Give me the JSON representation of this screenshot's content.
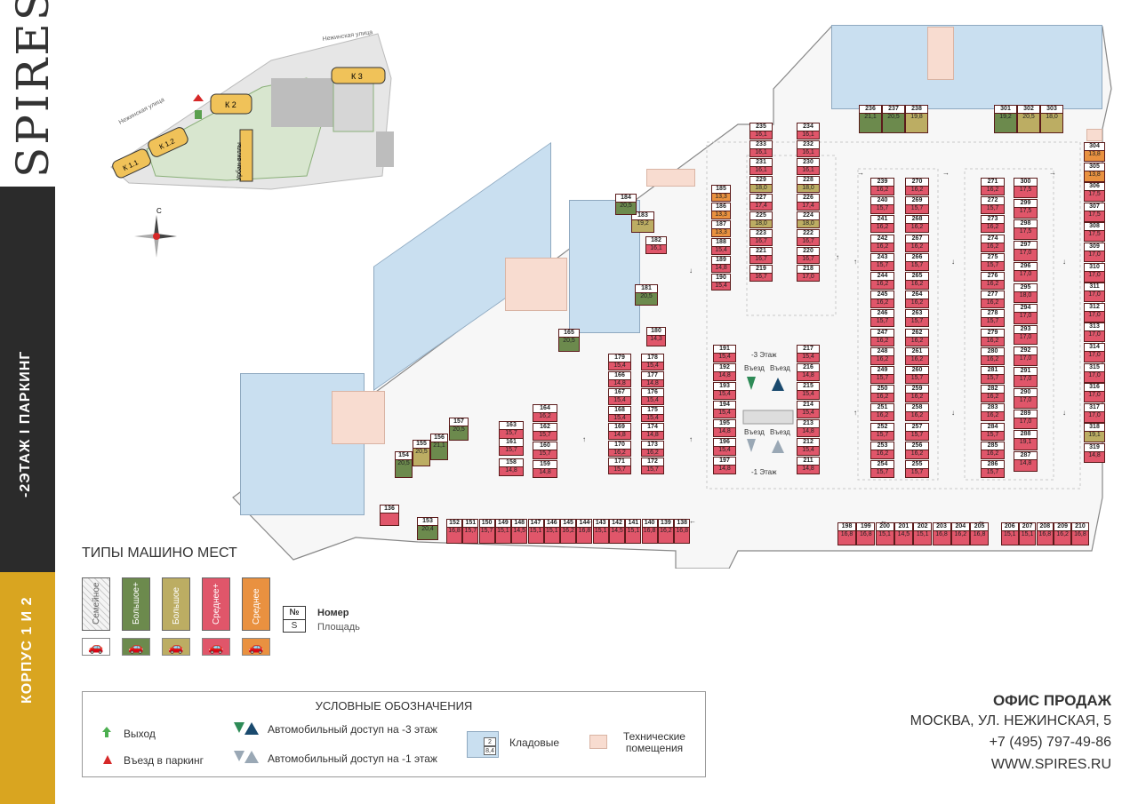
{
  "brand": "SPIRES",
  "sidebar": {
    "floor_label": "-2ЭТАЖ  I  ПАРКИНГ",
    "building_label": "КОРПУС 1 И 2"
  },
  "colors": {
    "medium_plus": "#e0566a",
    "medium": "#e99140",
    "large": "#bcad63",
    "large_plus": "#6c8a4d",
    "storage": "#c9dff0",
    "technical": "#f8dcd0",
    "dark": "#2b2b2b",
    "gold": "#d9a520"
  },
  "site_plan": {
    "labels": [
      "Нежинская улица",
      "Нежинская улица",
      "К 1.1",
      "К 1.2",
      "К 2",
      "К 3",
      "Урбан-виллы"
    ],
    "compass": "С"
  },
  "types_title": "ТИПЫ МАШИНО МЕСТ",
  "types": [
    {
      "label": "Семейное",
      "color": "#f4f4f4",
      "icon": "family-car-icon"
    },
    {
      "label": "Большое+",
      "color": "#6c8a4d",
      "icon": "large-plus-car-icon"
    },
    {
      "label": "Большое",
      "color": "#bcad63",
      "icon": "large-car-icon"
    },
    {
      "label": "Среднее+",
      "color": "#e0566a",
      "icon": "medium-plus-car-icon"
    },
    {
      "label": "Среднее",
      "color": "#e99140",
      "icon": "medium-car-icon"
    }
  ],
  "number_key": {
    "num_symbol": "№",
    "area_symbol": "S",
    "num_label": "Номер",
    "area_label": "Площадь"
  },
  "legend": {
    "title": "УСЛОВНЫЕ ОБОЗНАЧЕНИЯ",
    "exit": "Выход",
    "entry": "Въезд в паркинг",
    "access_minus3": "Автомобильный доступ на -3 этаж",
    "access_minus1": "Автомобильный доступ на -1 этаж",
    "storage": "Кладовые",
    "storage_sample_num": "2",
    "storage_sample_area": "8,4",
    "technical": "Технические помещения"
  },
  "office": {
    "title": "ОФИС ПРОДАЖ",
    "address": "МОСКВА, УЛ. НЕЖИНСКАЯ, 5",
    "phone": "+7 (495) 797-49-86",
    "site": "WWW.SPIRES.RU"
  },
  "map_labels": {
    "to_minus3": "-3 Этаж",
    "to_minus1": "-1 Этаж",
    "entry_a": "Въезд",
    "entry_b": "Въезд"
  },
  "spots": {
    "top_row": [
      {
        "n": "236",
        "s": "21,1",
        "t": "large_plus"
      },
      {
        "n": "237",
        "s": "20,5",
        "t": "large_plus"
      },
      {
        "n": "238",
        "s": "19,8",
        "t": "large"
      },
      {
        "n": "301",
        "s": "19,2",
        "t": "large_plus"
      },
      {
        "n": "302",
        "s": "20,5",
        "t": "large"
      },
      {
        "n": "303",
        "s": "18,0",
        "t": "large"
      }
    ],
    "col_a_left": [
      {
        "n": "185",
        "s": "13,3",
        "t": "medium"
      },
      {
        "n": "186",
        "s": "13,3",
        "t": "medium"
      },
      {
        "n": "187",
        "s": "13,3",
        "t": "medium"
      },
      {
        "n": "188",
        "s": "15,4",
        "t": "medium_plus"
      },
      {
        "n": "189",
        "s": "14,8",
        "t": "medium_plus"
      },
      {
        "n": "190",
        "s": "15,4",
        "t": "medium_plus"
      }
    ],
    "col_b_left": [
      {
        "n": "235",
        "s": "16,1"
      },
      {
        "n": "233",
        "s": "16,1"
      },
      {
        "n": "231",
        "s": "16,1"
      },
      {
        "n": "229",
        "s": "18,0",
        "t": "large"
      },
      {
        "n": "227",
        "s": "17,4"
      },
      {
        "n": "225",
        "s": "18,0",
        "t": "large"
      },
      {
        "n": "223",
        "s": "16,7"
      },
      {
        "n": "221",
        "s": "16,7"
      },
      {
        "n": "219",
        "s": "16,7"
      }
    ],
    "col_b_right": [
      {
        "n": "234",
        "s": "16,1"
      },
      {
        "n": "232",
        "s": "16,1"
      },
      {
        "n": "230",
        "s": "16,1"
      },
      {
        "n": "228",
        "s": "18,0",
        "t": "large"
      },
      {
        "n": "226",
        "s": "17,4"
      },
      {
        "n": "224",
        "s": "18,0",
        "t": "large"
      },
      {
        "n": "222",
        "s": "16,7"
      },
      {
        "n": "220",
        "s": "16,7"
      },
      {
        "n": "218",
        "s": "17,0"
      }
    ],
    "col_c_left": [
      {
        "n": "239",
        "s": "16,2"
      },
      {
        "n": "240",
        "s": "15,7"
      },
      {
        "n": "241",
        "s": "16,2"
      },
      {
        "n": "242",
        "s": "16,2"
      },
      {
        "n": "243",
        "s": "15,7"
      },
      {
        "n": "244",
        "s": "16,2"
      },
      {
        "n": "245",
        "s": "16,2"
      },
      {
        "n": "246",
        "s": "15,7"
      },
      {
        "n": "247",
        "s": "16,2"
      },
      {
        "n": "248",
        "s": "16,2"
      },
      {
        "n": "249",
        "s": "15,7"
      },
      {
        "n": "250",
        "s": "16,2"
      },
      {
        "n": "251",
        "s": "16,2"
      },
      {
        "n": "252",
        "s": "15,7"
      },
      {
        "n": "253",
        "s": "16,2"
      },
      {
        "n": "254",
        "s": "15,7"
      }
    ],
    "col_c_right": [
      {
        "n": "270",
        "s": "16,2"
      },
      {
        "n": "269",
        "s": "15,7"
      },
      {
        "n": "268",
        "s": "16,2"
      },
      {
        "n": "267",
        "s": "16,2"
      },
      {
        "n": "266",
        "s": "15,7"
      },
      {
        "n": "265",
        "s": "16,2"
      },
      {
        "n": "264",
        "s": "16,2"
      },
      {
        "n": "263",
        "s": "15,7"
      },
      {
        "n": "262",
        "s": "16,2"
      },
      {
        "n": "261",
        "s": "16,2"
      },
      {
        "n": "260",
        "s": "15,7"
      },
      {
        "n": "259",
        "s": "16,2"
      },
      {
        "n": "258",
        "s": "16,2"
      },
      {
        "n": "257",
        "s": "15,7"
      },
      {
        "n": "256",
        "s": "16,2"
      },
      {
        "n": "255",
        "s": "15,7"
      }
    ],
    "col_d_left": [
      {
        "n": "271",
        "s": "16,2"
      },
      {
        "n": "272",
        "s": "15,7"
      },
      {
        "n": "273",
        "s": "16,2"
      },
      {
        "n": "274",
        "s": "16,2"
      },
      {
        "n": "275",
        "s": "15,7"
      },
      {
        "n": "276",
        "s": "16,2"
      },
      {
        "n": "277",
        "s": "16,2"
      },
      {
        "n": "278",
        "s": "15,7"
      },
      {
        "n": "279",
        "s": "16,2"
      },
      {
        "n": "280",
        "s": "16,2"
      },
      {
        "n": "281",
        "s": "15,7"
      },
      {
        "n": "282",
        "s": "16,2"
      },
      {
        "n": "283",
        "s": "16,2"
      },
      {
        "n": "284",
        "s": "15,7"
      },
      {
        "n": "285",
        "s": "16,2"
      },
      {
        "n": "286",
        "s": "15,7"
      }
    ],
    "col_d_right": [
      {
        "n": "300",
        "s": "17,5"
      },
      {
        "n": "299",
        "s": "17,5"
      },
      {
        "n": "298",
        "s": "17,5"
      },
      {
        "n": "297",
        "s": "17,0"
      },
      {
        "n": "296",
        "s": "17,0"
      },
      {
        "n": "295",
        "s": "18,0"
      },
      {
        "n": "294",
        "s": "17,0"
      },
      {
        "n": "293",
        "s": "17,0"
      },
      {
        "n": "292",
        "s": "17,0"
      },
      {
        "n": "291",
        "s": "17,0"
      },
      {
        "n": "290",
        "s": "17,0"
      },
      {
        "n": "289",
        "s": "17,0"
      },
      {
        "n": "288",
        "s": "19,1"
      },
      {
        "n": "287",
        "s": "14,8"
      }
    ],
    "col_e": [
      {
        "n": "304",
        "s": "13,8",
        "t": "medium"
      },
      {
        "n": "305",
        "s": "13,8",
        "t": "medium"
      },
      {
        "n": "306",
        "s": "17,5"
      },
      {
        "n": "307",
        "s": "17,5"
      },
      {
        "n": "308",
        "s": "17,5"
      },
      {
        "n": "309",
        "s": "17,0"
      },
      {
        "n": "310",
        "s": "17,0"
      },
      {
        "n": "311",
        "s": "17,0"
      },
      {
        "n": "312",
        "s": "17,0"
      },
      {
        "n": "313",
        "s": "17,0"
      },
      {
        "n": "314",
        "s": "17,0"
      },
      {
        "n": "315",
        "s": "17,0"
      },
      {
        "n": "316",
        "s": "17,0"
      },
      {
        "n": "317",
        "s": "17,0"
      },
      {
        "n": "318",
        "s": "19,1",
        "t": "large"
      },
      {
        "n": "319",
        "s": "14,8"
      }
    ],
    "mid_left": [
      {
        "n": "191",
        "s": "15,4"
      },
      {
        "n": "192",
        "s": "14,8"
      },
      {
        "n": "193",
        "s": "15,4"
      },
      {
        "n": "194",
        "s": "15,4"
      },
      {
        "n": "195",
        "s": "14,8"
      },
      {
        "n": "196",
        "s": "15,4"
      },
      {
        "n": "197",
        "s": "14,8"
      }
    ],
    "mid_right": [
      {
        "n": "217",
        "s": "15,4"
      },
      {
        "n": "216",
        "s": "14,8"
      },
      {
        "n": "215",
        "s": "15,4"
      },
      {
        "n": "214",
        "s": "15,4"
      },
      {
        "n": "213",
        "s": "14,8"
      },
      {
        "n": "212",
        "s": "15,4"
      },
      {
        "n": "211",
        "s": "14,8"
      }
    ],
    "col_f_left": [
      {
        "n": "179",
        "s": "15,4"
      },
      {
        "n": "166",
        "s": "14,8"
      },
      {
        "n": "167",
        "s": "15,4"
      },
      {
        "n": "168",
        "s": "15,4"
      },
      {
        "n": "169",
        "s": "14,8"
      },
      {
        "n": "170",
        "s": "16,2"
      },
      {
        "n": "171",
        "s": "15,7"
      }
    ],
    "col_f_right": [
      {
        "n": "178",
        "s": "15,4"
      },
      {
        "n": "177",
        "s": "14,8"
      },
      {
        "n": "176",
        "s": "15,4"
      },
      {
        "n": "175",
        "s": "15,4"
      },
      {
        "n": "174",
        "s": "14,8"
      },
      {
        "n": "173",
        "s": "16,2"
      },
      {
        "n": "172",
        "s": "15,7"
      }
    ],
    "col_g_left": [
      {
        "n": "163",
        "s": "15,7"
      },
      {
        "n": "161",
        "s": "15,7"
      },
      {
        "n": "158",
        "s": "14,8"
      }
    ],
    "col_g_right": [
      {
        "n": "164",
        "s": "16,2"
      },
      {
        "n": "162",
        "s": "15,7"
      },
      {
        "n": "160",
        "s": "15,7"
      },
      {
        "n": "159",
        "s": "14,8"
      }
    ],
    "bottom_left": [
      {
        "n": "152",
        "s": "16,8"
      },
      {
        "n": "151",
        "s": "15,7"
      },
      {
        "n": "150",
        "s": "15,7"
      },
      {
        "n": "149",
        "s": "15,1"
      },
      {
        "n": "148",
        "s": "14,5"
      },
      {
        "n": "147",
        "s": "15,1"
      },
      {
        "n": "146",
        "s": "15,1"
      },
      {
        "n": "145",
        "s": "16,2"
      },
      {
        "n": "144",
        "s": "16,8"
      },
      {
        "n": "143",
        "s": "15,1"
      },
      {
        "n": "142",
        "s": "14,5"
      },
      {
        "n": "141",
        "s": "15,1"
      },
      {
        "n": "140",
        "s": "16,8"
      },
      {
        "n": "139",
        "s": "16,2"
      },
      {
        "n": "138",
        "s": "16,8"
      }
    ],
    "bottom_mid": [
      {
        "n": "198",
        "s": "16,8"
      },
      {
        "n": "199",
        "s": "16,8"
      },
      {
        "n": "200",
        "s": "15,1"
      },
      {
        "n": "201",
        "s": "14,5"
      },
      {
        "n": "202",
        "s": "15,1"
      },
      {
        "n": "203",
        "s": "16,8"
      },
      {
        "n": "204",
        "s": "16,2"
      },
      {
        "n": "205",
        "s": "16,8"
      }
    ],
    "bottom_right": [
      {
        "n": "206",
        "s": "15,1"
      },
      {
        "n": "207",
        "s": "15,1"
      },
      {
        "n": "208",
        "s": "16,8"
      },
      {
        "n": "209",
        "s": "16,2"
      },
      {
        "n": "210",
        "s": "16,8"
      }
    ],
    "misc": [
      {
        "n": "153",
        "s": "20,4",
        "t": "large_plus"
      },
      {
        "n": "154",
        "s": "20,5",
        "t": "large_plus"
      },
      {
        "n": "155",
        "s": "20,5",
        "t": "large"
      },
      {
        "n": "156",
        "s": "21,1",
        "t": "large_plus"
      },
      {
        "n": "157",
        "s": "20,5",
        "t": "large_plus"
      },
      {
        "n": "165",
        "s": "20,5",
        "t": "large_plus"
      },
      {
        "n": "180",
        "s": "14,3"
      },
      {
        "n": "181",
        "s": "20,5",
        "t": "large_plus"
      },
      {
        "n": "182",
        "s": "16,1"
      },
      {
        "n": "183",
        "s": "19,2",
        "t": "large"
      },
      {
        "n": "184",
        "s": "20,5",
        "t": "large_plus"
      },
      {
        "n": "136",
        "s": "",
        "t": "medium_plus"
      }
    ]
  }
}
